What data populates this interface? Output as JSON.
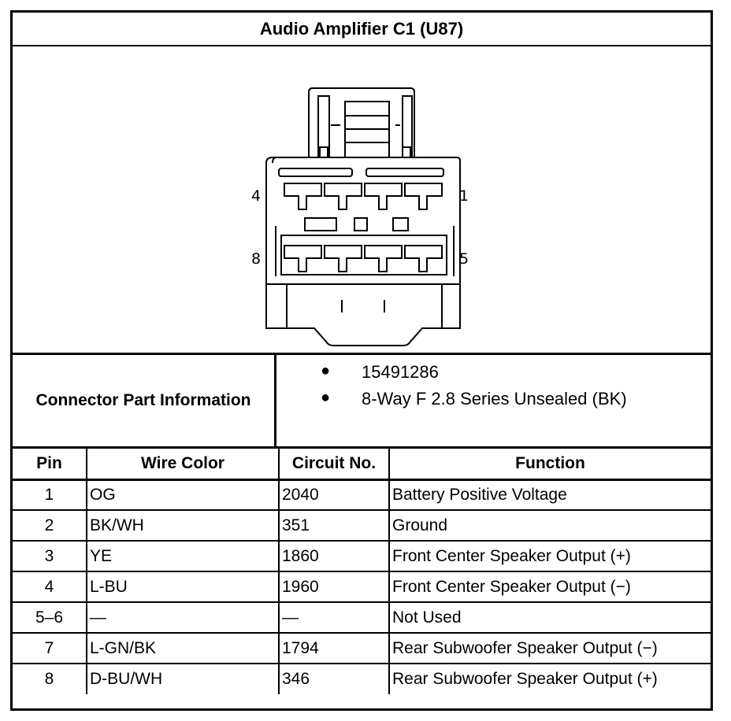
{
  "title": "Audio Amplifier C1 (U87)",
  "diagram": {
    "pin_labels": {
      "top_left": "4",
      "top_right": "1",
      "bottom_left": "8",
      "bottom_right": "5"
    }
  },
  "part_info": {
    "label": "Connector Part Information",
    "items": [
      "15491286",
      "8-Way F 2.8 Series Unsealed (BK)"
    ]
  },
  "table": {
    "headers": [
      "Pin",
      "Wire Color",
      "Circuit No.",
      "Function"
    ],
    "rows": [
      [
        "1",
        "OG",
        "2040",
        "Battery Positive Voltage"
      ],
      [
        "2",
        "BK/WH",
        "351",
        "Ground"
      ],
      [
        "3",
        "YE",
        "1860",
        "Front Center Speaker Output (+)"
      ],
      [
        "4",
        "L-BU",
        "1960",
        "Front Center Speaker Output (−)"
      ],
      [
        "5–6",
        "—",
        "—",
        "Not Used"
      ],
      [
        "7",
        "L-GN/BK",
        "1794",
        "Rear Subwoofer Speaker Output (−)"
      ],
      [
        "8",
        "D-BU/WH",
        "346",
        "Rear Subwoofer Speaker Output (+)"
      ]
    ]
  }
}
